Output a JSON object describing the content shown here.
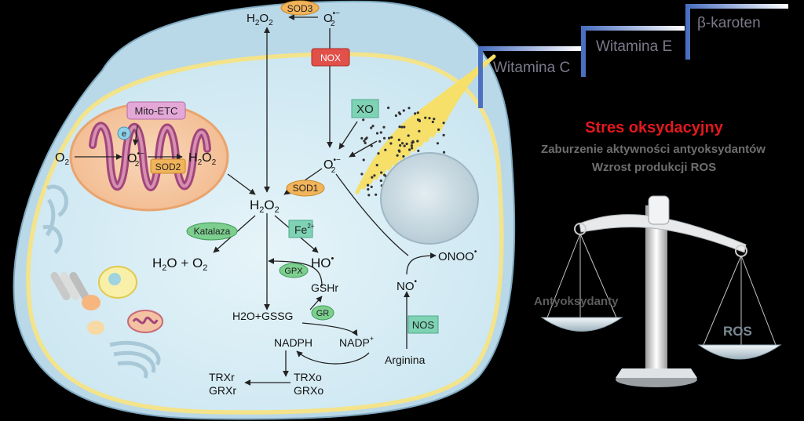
{
  "antioxidants": {
    "vitamin_c": "Witamina C",
    "vitamin_e": "Witamina E",
    "beta_carotene": "β-karoten"
  },
  "stress": {
    "title": "Stres oksydacyjny",
    "line1": "Zaburzenie aktywności antyoksydantów",
    "line2": "Wzrost produkcji ROS"
  },
  "scale": {
    "left_label": "Antyoksydanty",
    "right_label": "ROS"
  },
  "enzymes": {
    "sod3": "SOD3",
    "nox": "NOX",
    "xo": "XO",
    "mito_etc": "Mito-ETC",
    "sod2": "SOD2",
    "sod1": "SOD1",
    "katalaza": "Katalaza",
    "gpx": "GPX",
    "gr": "GR",
    "nos": "NOS",
    "electron": "e"
  },
  "molecules": {
    "arginina": "Arginina",
    "gsh": "GSHr",
    "gssg": "H2O+GSSG",
    "nadph": "NADPH",
    "nadp": "NADP",
    "trx_o": "TRXo",
    "grx_o": "GRXo",
    "trx_r": "TRXr",
    "grx_r": "GRXr",
    "onoo": "ONOO",
    "no": "NO",
    "ho": "HO",
    "fe": "Fe",
    "o2": "O",
    "h2o2": "H",
    "water": "H"
  },
  "colors": {
    "background": "#000000",
    "cell_fill": "#d8eef6",
    "cell_rim": "#f3e38a",
    "nox_red": "#e2504a",
    "sod_orange": "#f2b45a",
    "green_enzyme": "#7ccf8f",
    "teal_box": "#7fd3b5",
    "stress_red": "#e3181e"
  }
}
